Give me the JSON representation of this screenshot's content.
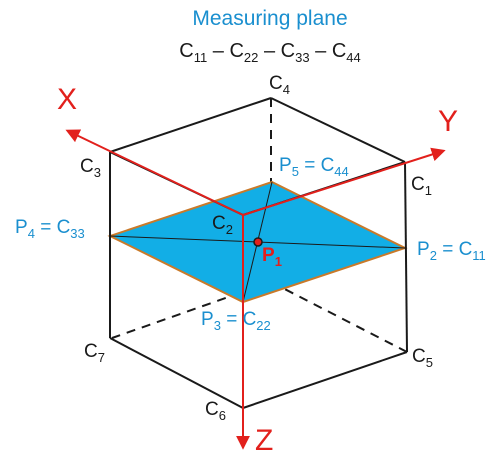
{
  "title": "Measuring plane",
  "subtitle": {
    "parts": [
      {
        "base": "C",
        "sub": "11"
      },
      {
        "sep": " – "
      },
      {
        "base": "C",
        "sub": "22"
      },
      {
        "sep": " – "
      },
      {
        "base": "C",
        "sub": "33"
      },
      {
        "sep": " – "
      },
      {
        "base": "C",
        "sub": "44"
      }
    ]
  },
  "axes": {
    "x_label": "X",
    "y_label": "Y",
    "z_label": "Z"
  },
  "corners": {
    "c1": {
      "base": "C",
      "sub": "1"
    },
    "c2": {
      "base": "C",
      "sub": "2"
    },
    "c3": {
      "base": "C",
      "sub": "3"
    },
    "c4": {
      "base": "C",
      "sub": "4"
    },
    "c5": {
      "base": "C",
      "sub": "5"
    },
    "c6": {
      "base": "C",
      "sub": "6"
    },
    "c7": {
      "base": "C",
      "sub": "7"
    }
  },
  "points": {
    "p1": {
      "base": "P",
      "sub": "1"
    },
    "p2": {
      "base": "P",
      "sub": "2",
      "eq": " = C",
      "eqsub": "11"
    },
    "p3": {
      "base": "P",
      "sub": "3",
      "eq": " = C",
      "eqsub": "22"
    },
    "p4": {
      "base": "P",
      "sub": "4",
      "eq": " = C",
      "eqsub": "33"
    },
    "p5": {
      "base": "P",
      "sub": "5",
      "eq": " = C",
      "eqsub": "44"
    }
  },
  "colors": {
    "plane_fill": "#12aee6",
    "plane_edge": "#c97a2a",
    "axis": "#e2201c",
    "cube": "#1a1a1a",
    "label_blue": "#1a8fcf"
  }
}
